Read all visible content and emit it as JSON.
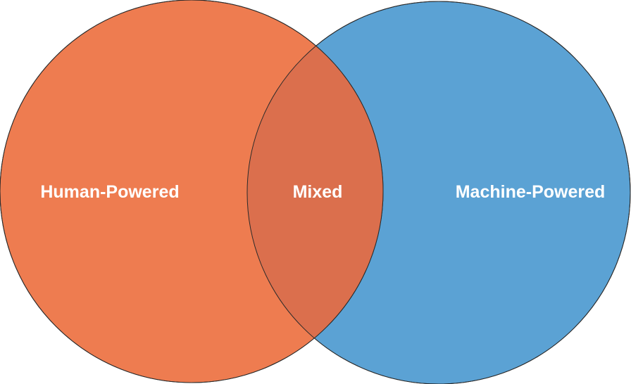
{
  "diagram": {
    "type": "venn",
    "sets": [
      {
        "label": "Human-Powered",
        "color": "#ee7c50"
      },
      {
        "label": "Machine-Powered",
        "color": "#5ba2d4"
      }
    ],
    "overlap": {
      "label": "Mixed",
      "color": "#db6f4d"
    },
    "outline_color": "#2a2a2a"
  }
}
